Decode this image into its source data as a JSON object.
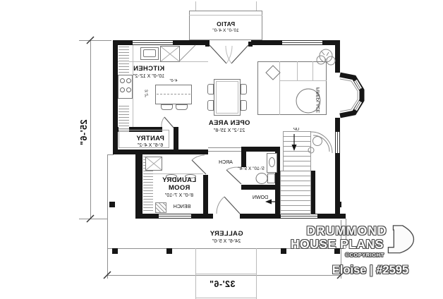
{
  "branding": {
    "name_line1": "DRUMMOND",
    "name_line2": "HOUSE PLANS",
    "copyright": "©COPYRIGHT",
    "plan_title": "Eloise | #2595"
  },
  "dimensions": {
    "overall_width": "32'-6\"",
    "overall_depth": "25'-6\"",
    "island_width": "4'-0\"",
    "island_depth": "3'-2\""
  },
  "rooms": {
    "patio": {
      "name": "PATIO",
      "dims": "10'-0\" X 4'-0\""
    },
    "kitchen": {
      "name": "KITCHEN",
      "dims": "10'-0\" X 12'-2\""
    },
    "pantry": {
      "name": "PANTRY",
      "dims": "6'-6\" X 4'-2\""
    },
    "laundry": {
      "name_line1": "LAUNDRY",
      "name_line2": "ROOM",
      "dims": "8'-0\" X 7'-10\""
    },
    "open_area": {
      "name": "OPEN AREA",
      "dims": "21'-2\" X 15'-8\""
    },
    "bathroom": {
      "dims": "5'-10\" X 5'-6\""
    },
    "gallery": {
      "name": "GALLERY",
      "dims": "24'-6\" X 5'-0\""
    }
  },
  "annotations": {
    "fireplace": "FIREPLACE",
    "arch": "ARCH",
    "bench": "BENCH",
    "down": "DOWN",
    "up": "UP"
  },
  "colors": {
    "wall": "#161616",
    "thin_line": "#8f8f8f",
    "text": "#111111"
  }
}
